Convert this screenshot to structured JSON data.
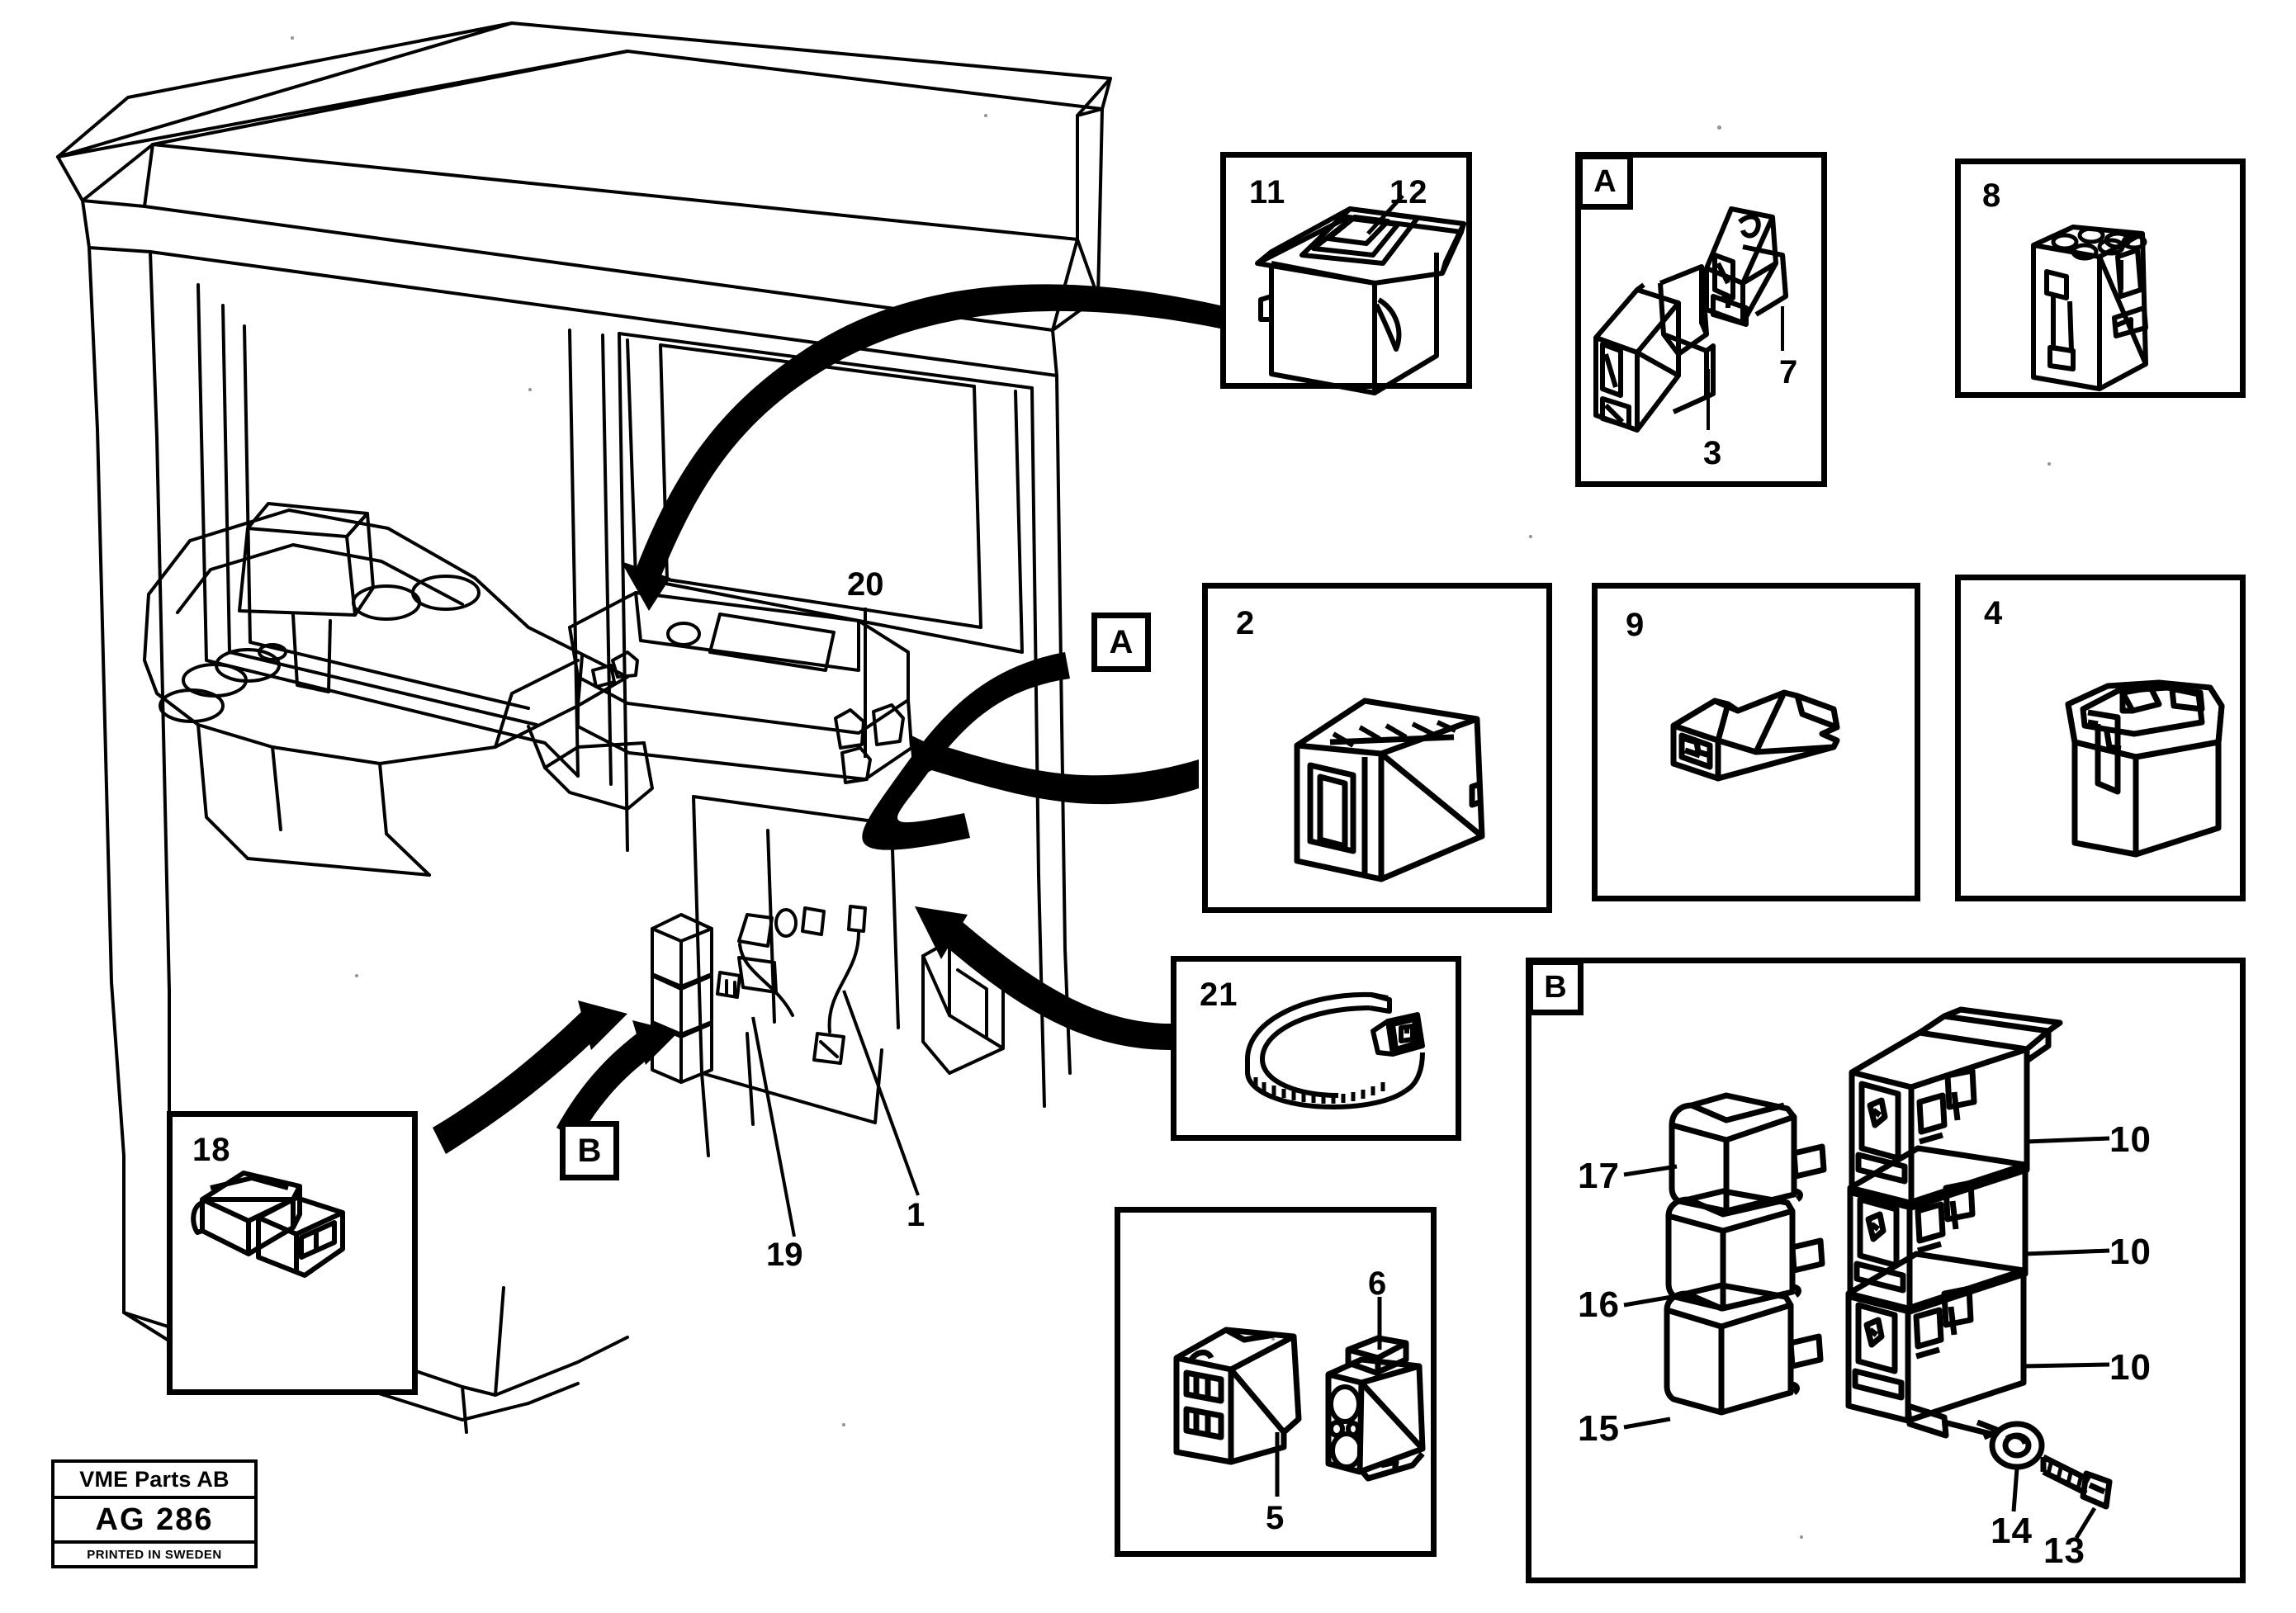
{
  "document": {
    "kind": "exploded parts diagram",
    "subject": "Cab electrical components - switches, relays, connectors and fuse holder"
  },
  "title_block": {
    "brand": "VME Parts AB",
    "code": "AG  286",
    "printed": "PRINTED IN SWEDEN"
  },
  "reference_tags": [
    {
      "id": "tag-a-main",
      "label": "A"
    },
    {
      "id": "tag-b-main",
      "label": "B"
    },
    {
      "id": "tag-a-box",
      "label": "A"
    },
    {
      "id": "tag-b-box",
      "label": "B"
    }
  ],
  "main_drawing": {
    "description": "Operator cab, left front three-quarter view, with instrument console, side panel and electrical component locations",
    "callouts": [
      {
        "ref": "20",
        "label": "20"
      },
      {
        "ref": "1",
        "label": "1"
      },
      {
        "ref": "19",
        "label": "19"
      }
    ]
  },
  "detail_boxes": [
    {
      "id": "box-11-12",
      "parts": [
        "11",
        "12"
      ],
      "item": "rocker switch with illuminated lens",
      "labels": {
        "p1": "11",
        "p2": "12"
      }
    },
    {
      "id": "box-a",
      "tag": "A",
      "parts": [
        "3",
        "7"
      ],
      "item": "multi-pin housing connectors",
      "labels": {
        "p1": "3",
        "p2": "7"
      }
    },
    {
      "id": "box-8",
      "parts": [
        "8"
      ],
      "item": "relay socket / connector block",
      "labels": {
        "p1": "8"
      }
    },
    {
      "id": "box-2",
      "parts": [
        "2"
      ],
      "item": "flasher unit / relay",
      "labels": {
        "p1": "2"
      }
    },
    {
      "id": "box-9",
      "parts": [
        "9"
      ],
      "item": "single-pole flat connector sleeve",
      "labels": {
        "p1": "9"
      }
    },
    {
      "id": "box-4",
      "parts": [
        "4"
      ],
      "item": "relay base with locking tab",
      "labels": {
        "p1": "4"
      }
    },
    {
      "id": "box-21",
      "parts": [
        "21"
      ],
      "item": "cable tie / strap",
      "labels": {
        "p1": "21"
      }
    },
    {
      "id": "box-5-6",
      "parts": [
        "5",
        "6"
      ],
      "item": "connector housing and terminal holder",
      "labels": {
        "p1": "5",
        "p2": "6"
      }
    },
    {
      "id": "box-18",
      "parts": [
        "18"
      ],
      "item": "two-pole connector",
      "labels": {
        "p1": "18"
      }
    },
    {
      "id": "box-b",
      "tag": "B",
      "parts": [
        "15",
        "16",
        "17",
        "10",
        "10",
        "10",
        "13",
        "14"
      ],
      "item": "relay stack with three relay holders, washer and screw",
      "labels": {
        "p15": "15",
        "p16": "16",
        "p17": "17",
        "p10a": "10",
        "p10b": "10",
        "p10c": "10",
        "p13": "13",
        "p14": "14"
      }
    }
  ],
  "colors": {
    "ink": "#000000",
    "paper": "#ffffff"
  }
}
